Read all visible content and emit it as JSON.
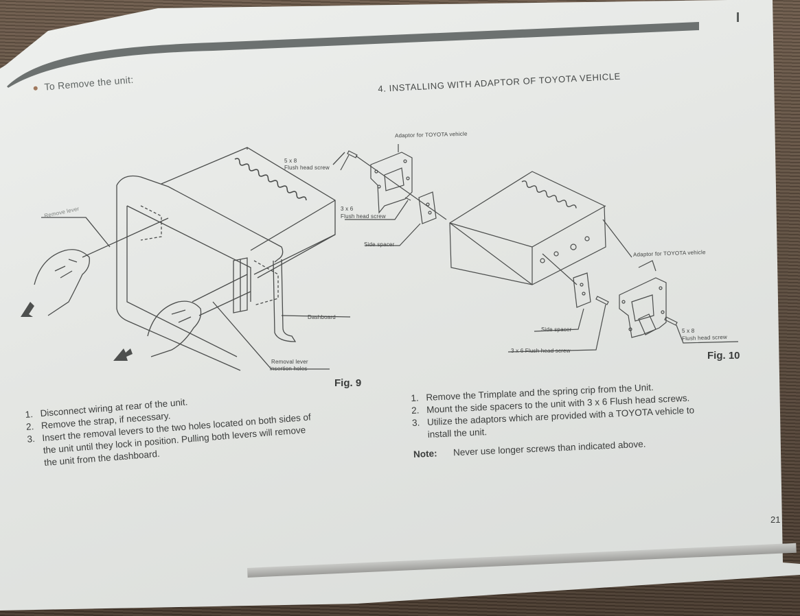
{
  "document": {
    "page_number": "21",
    "colors": {
      "paper": "#e6e8e5",
      "ink": "#3a3c3b",
      "header_bar": "#6c7170",
      "table_wood": "#5a4a3c"
    }
  },
  "left_section": {
    "heading": "To Remove the unit:",
    "figure": {
      "caption": "Fig. 9",
      "labels": {
        "remove_lever": "Remove lever",
        "screw_5x8_size": "5 x 8",
        "screw_5x8_desc": "Flush head screw",
        "dashboard": "Dashboard",
        "insertion_holes_line1": "Removal lever",
        "insertion_holes_line2": "insertion holes"
      },
      "icons": [
        "pull-arrow-icon",
        "pull-arrow-icon"
      ]
    },
    "steps": [
      {
        "num": "1.",
        "text": "Disconnect wiring at rear of the unit."
      },
      {
        "num": "2.",
        "text": "Remove the strap, if necessary."
      },
      {
        "num": "3.",
        "text": "Insert the removal levers to the two holes located on both sides of"
      },
      {
        "num": "",
        "text": "the unit until they lock in position.  Pulling both levers will remove"
      },
      {
        "num": "",
        "text": "the unit from the dashboard."
      }
    ]
  },
  "right_section": {
    "heading": "4. INSTALLING WITH ADAPTOR OF TOYOTA VEHICLE",
    "figure": {
      "caption": "Fig. 10",
      "labels": {
        "adaptor_top": "Adaptor for TOYOTA vehicle",
        "screw_3x6_size": "3 x 6",
        "screw_3x6_desc": "Flush head screw",
        "side_spacer_top": "Side spacer",
        "adaptor_right": "Adaptor for TOYOTA vehicle",
        "side_spacer_bottom": "Side spacer",
        "screw_3x6_bottom": "3 x 6 Flush head screw",
        "screw_5x8_right_size": "5 x 8",
        "screw_5x8_right_desc": "Flush head screw"
      }
    },
    "steps": [
      {
        "num": "1.",
        "text": "Remove the Trimplate and the spring crip from the Unit."
      },
      {
        "num": "2.",
        "text": "Mount the side spacers to the unit with 3 x 6 Flush head screws."
      },
      {
        "num": "3.",
        "text": "Utilize the adaptors which are provided with a TOYOTA vehicle to"
      },
      {
        "num": "",
        "text": "install the unit."
      }
    ],
    "note": {
      "label": "Note:",
      "text": "Never use longer screws than indicated above."
    }
  }
}
